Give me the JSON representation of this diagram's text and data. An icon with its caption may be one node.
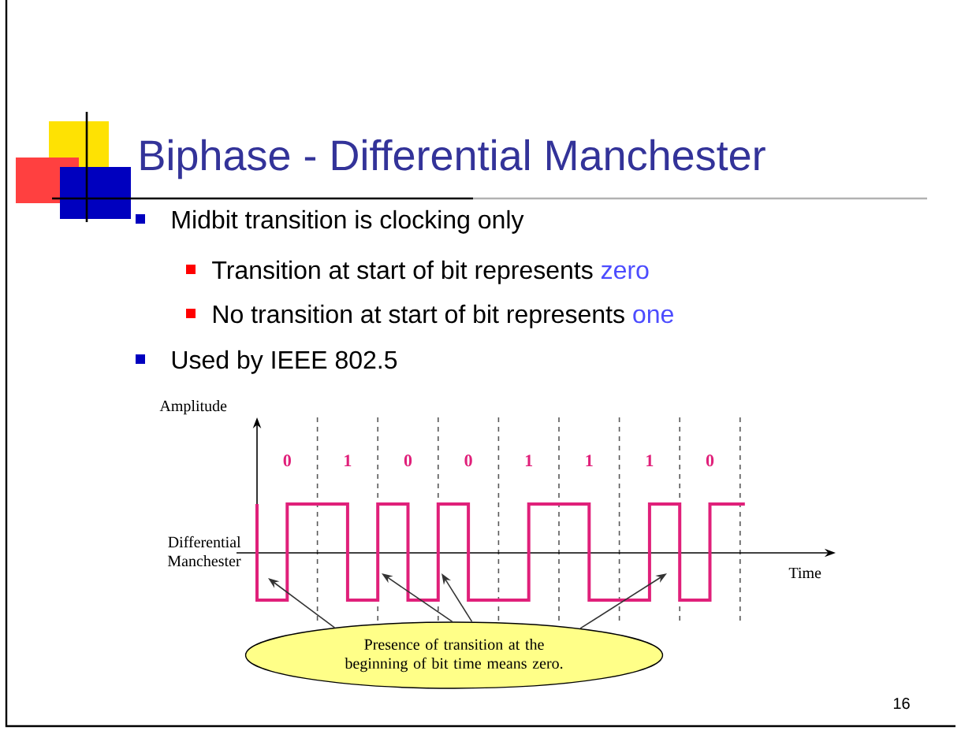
{
  "diagram": {
    "title": "Biphase - Differential Manchester",
    "nodes": [
      {
        "text": [
          "Presence of transition at the beginning of bit time means zero."
        ]
      },
      {
        "text": [],
        "shape": "wave"
      }
    ],
    "edges": [
      {
        "from": 0,
        "to": 1,
        "arrow": "to"
      },
      {
        "from": 0,
        "to": 1,
        "arrow": "to"
      },
      {
        "from": 0,
        "to": 1,
        "arrow": "to"
      },
      {
        "from": 0,
        "to": 1,
        "arrow": "to"
      }
    ],
    "labels": [
      "Midbit transition is clocking only",
      "Transition at start of bit represents",
      "zero",
      "No transition at start of bit represents",
      "one",
      "Used by IEEE 802.5",
      "Amplitude",
      "0",
      "1",
      "0",
      "0",
      "1",
      "1",
      "1",
      "0",
      "Differential Manchester",
      "Time",
      "16"
    ]
  }
}
